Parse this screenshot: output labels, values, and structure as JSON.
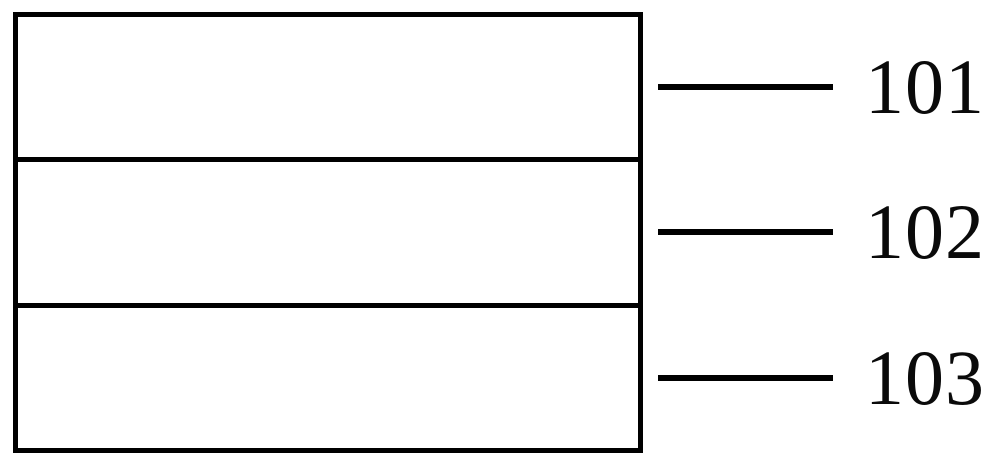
{
  "figure": {
    "type": "layer-stack-diagram",
    "background_color": "#ffffff",
    "line_color": "#000000",
    "stack": {
      "layer_count": 3,
      "layers": [
        {
          "id": "layer-1",
          "label": "101"
        },
        {
          "id": "layer-2",
          "label": "102"
        },
        {
          "id": "layer-3",
          "label": "103"
        }
      ]
    },
    "callouts": [
      {
        "label": "101",
        "target": "layer-1"
      },
      {
        "label": "102",
        "target": "layer-2"
      },
      {
        "label": "103",
        "target": "layer-3"
      }
    ]
  }
}
